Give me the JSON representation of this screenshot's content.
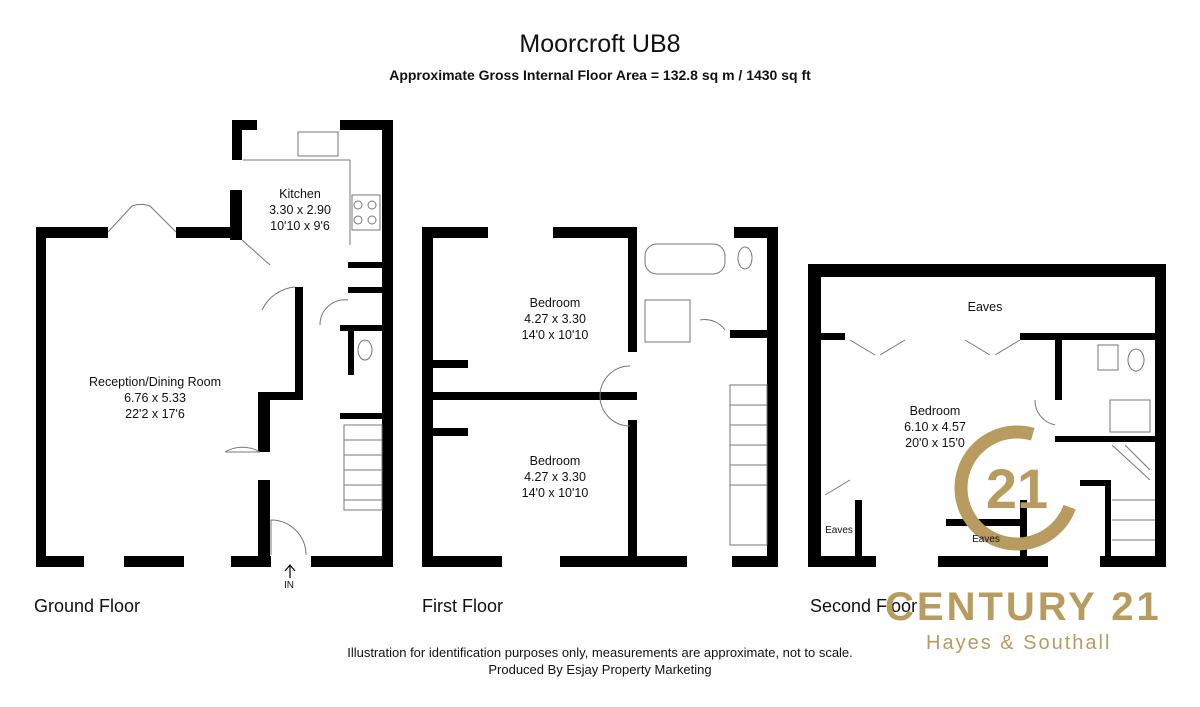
{
  "title": "Moorcroft UB8",
  "subtitle": "Approximate Gross Internal Floor Area = 132.8 sq m / 1430 sq ft",
  "floors": {
    "ground": "Ground Floor",
    "first": "First Floor",
    "second": "Second Floor"
  },
  "rooms": {
    "kitchen": {
      "name": "Kitchen",
      "metric": "3.30 x 2.90",
      "imperial": "10'10 x 9'6"
    },
    "reception": {
      "name": "Reception/Dining Room",
      "metric": "6.76 x 5.33",
      "imperial": "22'2 x 17'6"
    },
    "bed1": {
      "name": "Bedroom",
      "metric": "4.27 x 3.30",
      "imperial": "14'0 x 10'10"
    },
    "bed2": {
      "name": "Bedroom",
      "metric": "4.27 x 3.30",
      "imperial": "14'0 x 10'10"
    },
    "bed3": {
      "name": "Bedroom",
      "metric": "6.10 x 4.57",
      "imperial": "20'0 x 15'0"
    },
    "eaves_top": "Eaves",
    "eaves_left": "Eaves",
    "eaves_mid": "Eaves"
  },
  "entrance": "IN",
  "disclaimer": "Illustration for identification purposes only, measurements are approximate, not to scale.",
  "producer": "Produced By Esjay Property Marketing",
  "logo": {
    "number": "21",
    "brand": "CENTURY 21",
    "branch": "Hayes & Southall",
    "color": "#b89b5e"
  },
  "colors": {
    "wall": "#000000",
    "fixture": "#777777"
  }
}
